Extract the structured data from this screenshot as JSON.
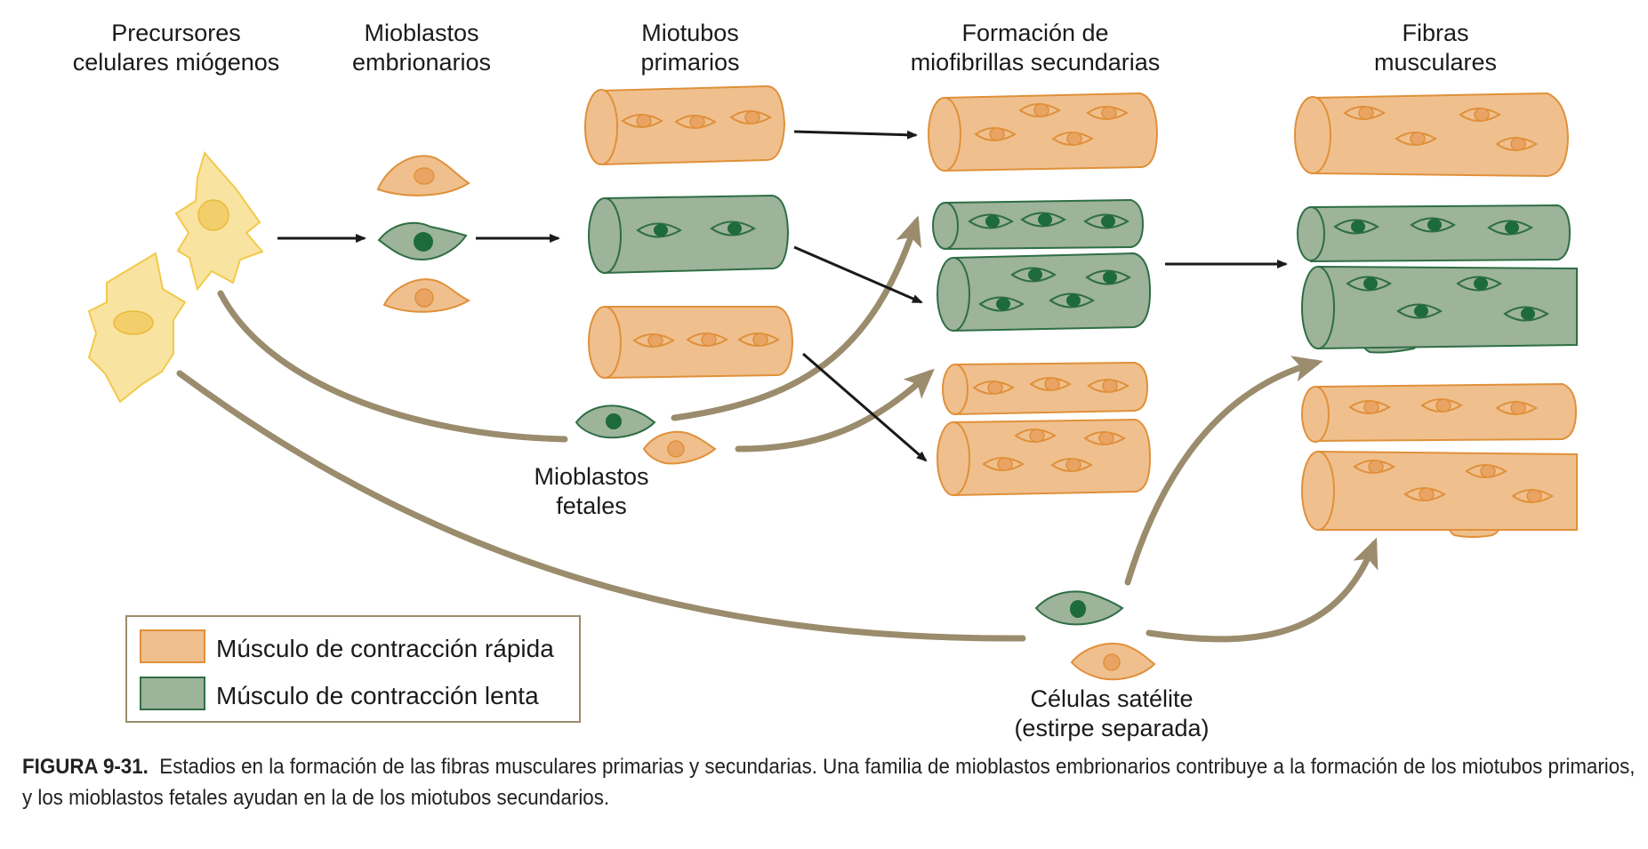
{
  "labels": {
    "precursores": [
      "Precursores",
      "celulares miógenos"
    ],
    "mioblastos_embrionarios": [
      "Mioblastos",
      "embrionarios"
    ],
    "miotubos_primarios": [
      "Miotubos",
      "primarios"
    ],
    "formacion": [
      "Formación de",
      "miofibrillas secundarias"
    ],
    "fibras": [
      "Fibras",
      "musculares"
    ],
    "mioblastos_fetales": [
      "Mioblastos",
      "fetales"
    ],
    "celulas_satelite": [
      "Células satélite",
      "(estirpe separada)"
    ]
  },
  "legend": {
    "fast": "Músculo de contracción rápida",
    "slow": "Músculo de contracción lenta"
  },
  "caption": {
    "label": "FIGURA 9-31.",
    "text": "Estadios en la formación de las fibras musculares primarias y secundarias. Una familia de mioblastos embrionarios contribuye a la formación de los miotubos primarios, y los mioblastos fetales ayudan en la de los miotubos secundarios."
  },
  "colors": {
    "fast_fill": "#efc08e",
    "fast_stroke": "#e0903a",
    "slow_fill": "#9db39a",
    "slow_stroke": "#2e6e45",
    "slow_nucleus": "#1d6a3a",
    "precursor_fill": "#f9e3a0",
    "precursor_stroke": "#f2c94c",
    "arrow_tan": "#9a8c6c",
    "arrow_black": "#1a1a1a"
  }
}
